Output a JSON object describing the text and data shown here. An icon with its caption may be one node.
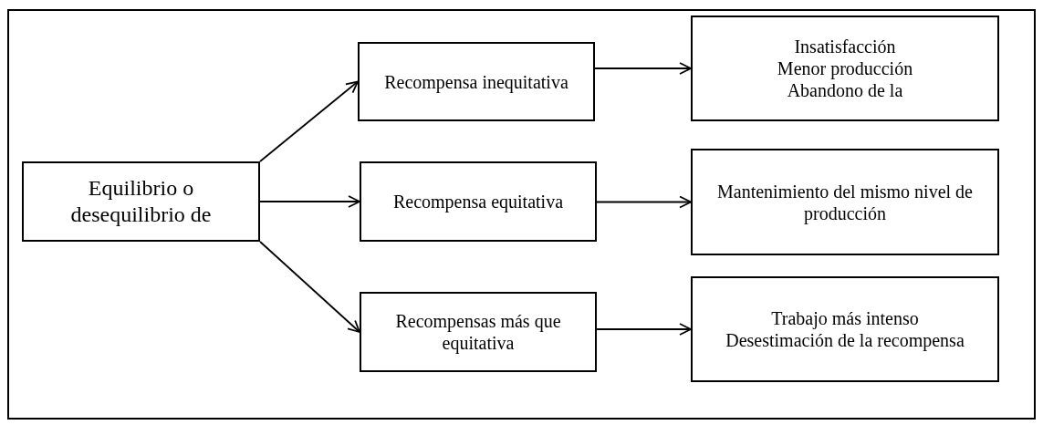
{
  "diagram": {
    "nodes": [
      {
        "text": [
          "Equilibrio o desequilibrio de"
        ]
      },
      {
        "text": [
          "Recompensa inequitativa"
        ]
      },
      {
        "text": [
          "Recompensa equitativa"
        ]
      },
      {
        "text": [
          "Recompensas más que equitativa"
        ]
      },
      {
        "text": [
          "Insatisfacción",
          "Menor producción",
          "Abandono de la"
        ]
      },
      {
        "text": [
          "Mantenimiento del mismo nivel de producción"
        ]
      },
      {
        "text": [
          "Trabajo más intenso",
          "Desestimación de la recompensa"
        ]
      }
    ],
    "edges": [
      {
        "from": 0,
        "to": 1,
        "arrow": "to"
      },
      {
        "from": 0,
        "to": 2,
        "arrow": "to"
      },
      {
        "from": 0,
        "to": 3,
        "arrow": "to"
      },
      {
        "from": 1,
        "to": 4,
        "arrow": "to"
      },
      {
        "from": 2,
        "to": 5,
        "arrow": "to"
      },
      {
        "from": 3,
        "to": 6,
        "arrow": "to"
      }
    ]
  }
}
